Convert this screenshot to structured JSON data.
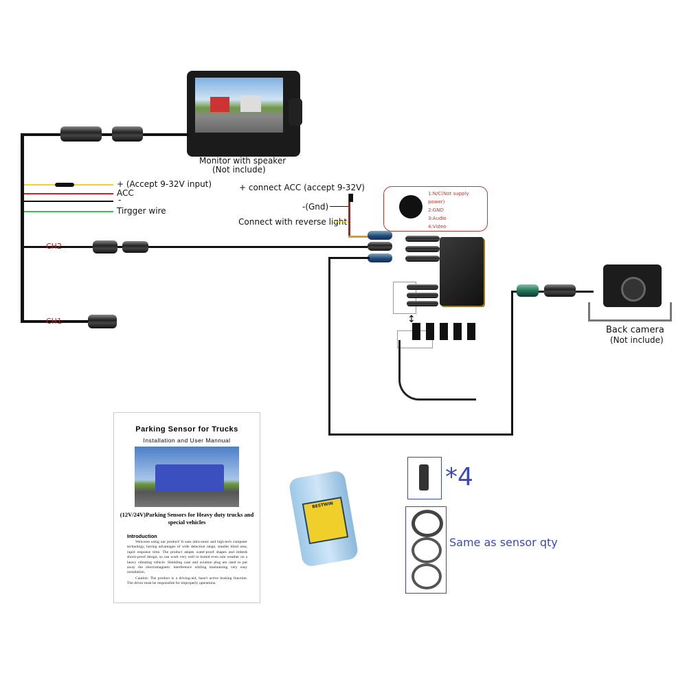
{
  "monitor": {
    "label": "Monitor with speaker",
    "note": "(Not include)"
  },
  "monitor_wires": {
    "power": "+ (Accept 9-32V input)",
    "acc": "ACC",
    "ground": "-",
    "trigger": "Tirgger wire",
    "colors": {
      "power": "#f2d22e",
      "acc": "#d42020",
      "ground": "#111111",
      "trigger": "#3cc24a"
    }
  },
  "channels": {
    "ch2": "CH2",
    "ch1": "CH1"
  },
  "control_box_wires": {
    "acc": "+ connect ACC (accept 9-32V)",
    "gnd": "-(Gnd)",
    "reverse": "Connect with reverse light"
  },
  "pinout": {
    "pins": [
      "1:N/C(Not supply power)",
      "2:GND",
      "3:Audio",
      "4:Video"
    ],
    "border_color": "#c0392b"
  },
  "camera": {
    "label": "Back camera",
    "note": "(Not include)"
  },
  "manual": {
    "title": "Parking Sensor for Trucks",
    "subtitle": "Installation and User Mannual",
    "heading": "(12V/24V)Parking Sensors for Heavy duty trucks and special vehicles",
    "section": "Introduction",
    "para1": "Welcome using our product! It uses ultra-sonic and high-tech computer technology, having advantages of wide detection range, smaller blind area, rapid response time. The product adapts water-proof shapes and imbeds shock-proof design, so can work very well in humid even rain weather on a heavy vibrating vehicle. Shielding case and aviation plug are used to put away the electromagnetic interference whiling maintaining very easy installation.",
    "para2": "Caution: The product is a driving-aid, hasn't active braking function. The driver must be responsible for improperly operations."
  },
  "case": {
    "brand": "BESTWIN"
  },
  "accessories": {
    "screw_qty": "*4",
    "rings_note": "Same as sensor qty",
    "accent": "#3a49b8"
  }
}
